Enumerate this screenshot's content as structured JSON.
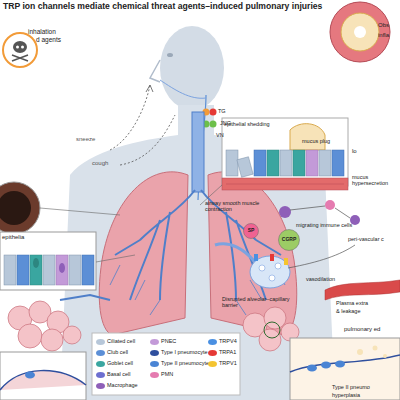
{
  "diagram": {
    "title": "TRP ion channels mediate chemical threat agents–induced pulmonary injuries",
    "nodes": [
      {
        "text": [
          "SP"
        ]
      },
      {
        "text": [
          "CGRP"
        ]
      }
    ],
    "labels": [
      "inhalation",
      "d agents",
      "sneeze",
      "cough",
      "TG",
      "JNG",
      "VN",
      "Obs",
      "infla",
      "epithelial shedding",
      "mucus plug",
      "lo",
      "epithelia",
      "airway smooth muscle contraction",
      "mucus hypersecretion",
      "migrating immune cells",
      "peri-vascular c",
      "vasodilation",
      "Disrupted alveolar–capillary barrier",
      "Plasma extra",
      "& leakage",
      "pulmonary ed",
      "Type II pneumo",
      "hyperplasia"
    ],
    "legend": [
      {
        "text": "Ciliated cell",
        "color": "#b7c7d9"
      },
      {
        "text": "Club cell",
        "color": "#5c8fd6"
      },
      {
        "text": "Goblet cell",
        "color": "#3aa6a0"
      },
      {
        "text": "Basal cell",
        "color": "#6d6fd0"
      },
      {
        "text": "Macrophage",
        "color": "#8e5fb8"
      },
      {
        "text": "PNEC",
        "color": "#c39ad8"
      },
      {
        "text": "Type I pneumocyte",
        "color": "#2f4f9e"
      },
      {
        "text": "Type II pneumocyte",
        "color": "#4a84d4"
      },
      {
        "text": "PMN",
        "color": "#e57bb0"
      },
      {
        "text": "TRPV4",
        "color": "#4a90e2"
      },
      {
        "text": "TRPA1",
        "color": "#e53935"
      },
      {
        "text": "TRPV1",
        "color": "#f4c430"
      }
    ]
  }
}
